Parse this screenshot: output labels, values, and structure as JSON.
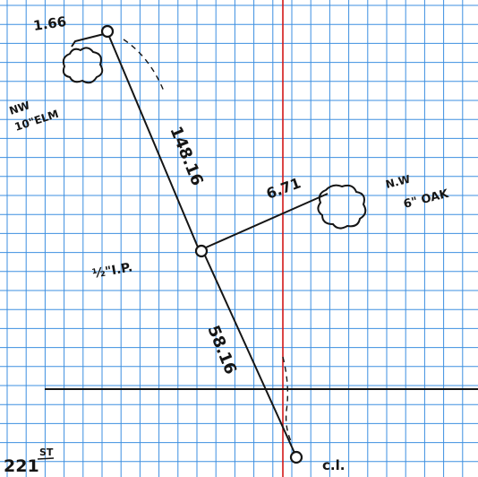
{
  "labels": {
    "dist_elm": "1.66",
    "elm_desc_1": "NW",
    "elm_desc_2": "10\"ELM",
    "dist_upper": "148.16",
    "dist_oak": "6.71",
    "oak_desc_1": "N.W",
    "oak_desc_2": "6\" OAK",
    "iron_pipe": "½\"I.P.",
    "dist_lower": "58.16",
    "street": "221",
    "street_suffix": "ST",
    "control_point": "c.l."
  },
  "colors": {
    "grid": "#3d8fe0",
    "margin_line": "#d21818",
    "ink": "#151515"
  }
}
